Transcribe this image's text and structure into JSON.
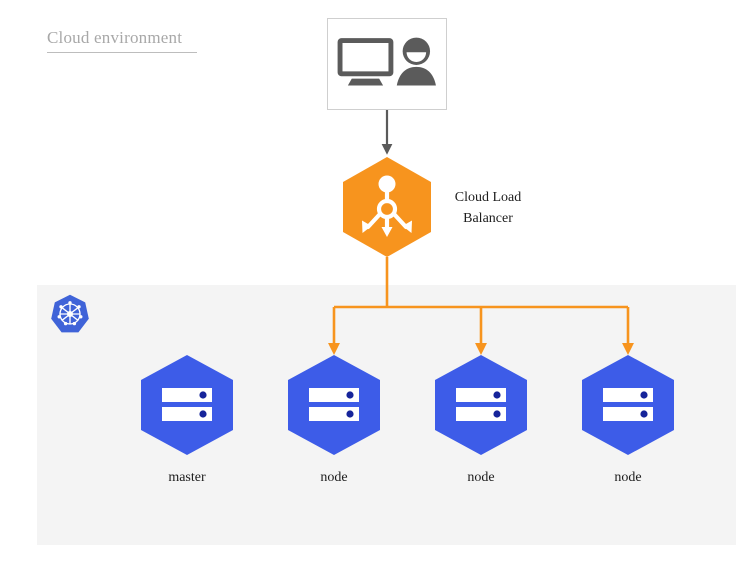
{
  "diagram": {
    "title": "Cloud environment",
    "type": "architecture-diagram"
  },
  "client": {
    "icons": [
      "monitor-icon",
      "user-icon"
    ]
  },
  "load_balancer": {
    "label_line1": "Cloud Load",
    "label_line2": "Balancer",
    "icon": "load-balancer-distribute-icon",
    "color": "#f7941e"
  },
  "cluster": {
    "badge_icon": "kubernetes-logo-icon",
    "badge_color": "#3f63d8",
    "panel_color": "#f4f4f4",
    "node_color": "#3d5ce8",
    "nodes": [
      {
        "label": "master",
        "icon": "server-rack-icon",
        "has_incoming_arrow": false
      },
      {
        "label": "node",
        "icon": "server-rack-icon",
        "has_incoming_arrow": true
      },
      {
        "label": "node",
        "icon": "server-rack-icon",
        "has_incoming_arrow": true
      },
      {
        "label": "node",
        "icon": "server-rack-icon",
        "has_incoming_arrow": true
      }
    ]
  },
  "connectors": {
    "client_to_lb_color": "#5a5a5a",
    "lb_to_nodes_color": "#f7941e"
  }
}
